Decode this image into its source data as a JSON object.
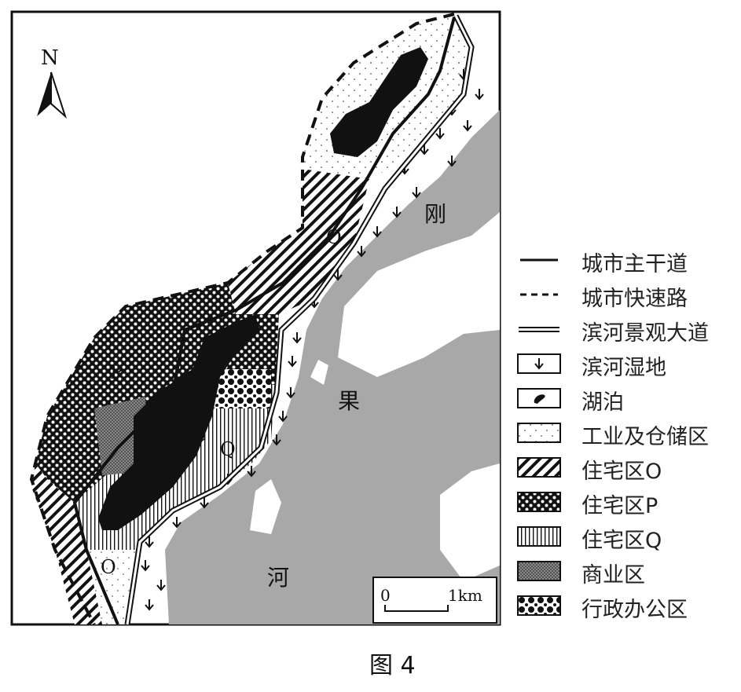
{
  "map": {
    "north_label": "N",
    "river_name_chars": [
      "刚",
      "果",
      "河"
    ],
    "zone_labels": {
      "o_top": "O",
      "p": "P",
      "q": "Q",
      "o_bottom": "O"
    },
    "scale": {
      "start": "0",
      "end": "1km"
    }
  },
  "legend": [
    {
      "symbol": "solid-line",
      "label": "城市主干道"
    },
    {
      "symbol": "dashed-line",
      "label": "城市快速路"
    },
    {
      "symbol": "double-line",
      "label": "滨河景观大道"
    },
    {
      "symbol": "wetland",
      "label": "滨河湿地"
    },
    {
      "symbol": "lake",
      "label": "湖泊"
    },
    {
      "symbol": "dots",
      "label": "工业及仓储区"
    },
    {
      "symbol": "diagonal-hatch",
      "label": "住宅区O"
    },
    {
      "symbol": "checker",
      "label": "住宅区P"
    },
    {
      "symbol": "vertical-lines",
      "label": "住宅区Q"
    },
    {
      "symbol": "fine-checker",
      "label": "商业区"
    },
    {
      "symbol": "dot-grid",
      "label": "行政办公区"
    }
  ],
  "caption": "图 4",
  "colors": {
    "river": "#a8a8a8",
    "ink": "#111111"
  }
}
